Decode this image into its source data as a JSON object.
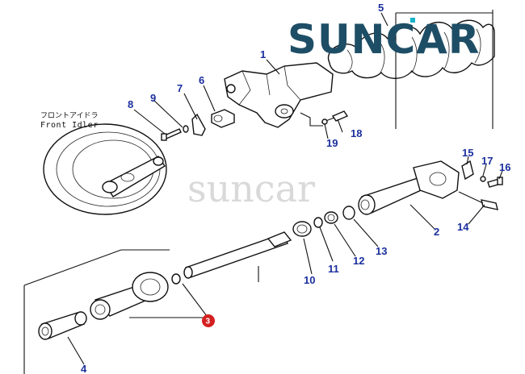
{
  "brand": {
    "logo_text": "SUNCAR",
    "watermark": "suncar",
    "logo_color": "#1e4e66",
    "accent_color": "#19b3c8"
  },
  "caption": {
    "jp": "フロントアイドラ",
    "en": "Front Idler"
  },
  "callouts": {
    "c1": "1",
    "c2": "2",
    "c3": "3",
    "c4": "4",
    "c5": "5",
    "c6": "6",
    "c7": "7",
    "c8": "8",
    "c9": "9",
    "c10": "10",
    "c11": "11",
    "c12": "12",
    "c13": "13",
    "c14": "14",
    "c15": "15",
    "c16": "16",
    "c17": "17",
    "c18": "18",
    "c19": "19"
  },
  "colors": {
    "callout_blue": "#1b2f9e",
    "highlight_red": "#d42020"
  }
}
